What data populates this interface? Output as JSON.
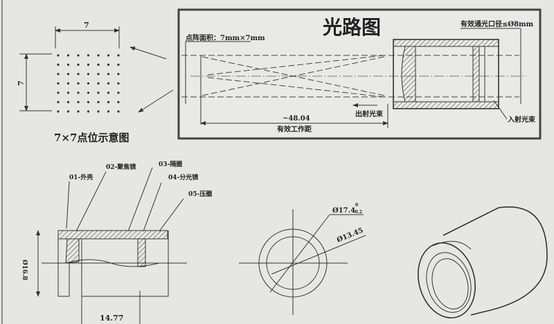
{
  "dot_grid": {
    "width_label": "7",
    "height_label": "7",
    "caption": "7×7点位示意图",
    "rows": 7,
    "cols": 7
  },
  "optical_path": {
    "title": "光路图",
    "spot_area": "点阵面积：7mm×7mm",
    "aperture": "有效通光口径≤Ø8mm",
    "working_distance_value": "~48.04",
    "working_distance_label": "有效工作距",
    "output_beam": "出射光束",
    "input_beam": "入射光束"
  },
  "section_view": {
    "parts": [
      "01-外壳",
      "02-聚焦镜",
      "03-隔圈",
      "04-分光镜",
      "05-压圈"
    ],
    "diameter": "Ø16.8",
    "length": "14.77"
  },
  "end_view": {
    "outer_diameter": "Ø17.4",
    "outer_tol_upper": "0",
    "outer_tol_lower": "-0.2",
    "inner_diameter": "Ø13.45"
  }
}
